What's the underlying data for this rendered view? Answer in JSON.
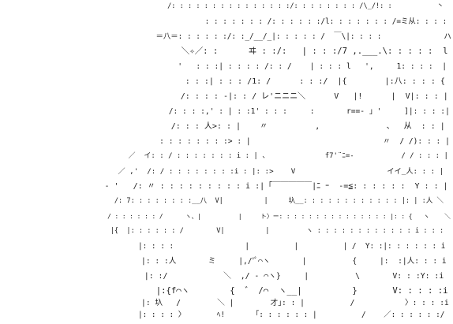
{
  "ascii_art": {
    "lines": [
      "                                         /: : : : : : : : : : : : : : :/: : : : : : : : /\\_/!: :           丶",
      "                                              : : : : : : : /: : : : : :/l: : : : : : : /=ミ从: : : :",
      "                                   ＝八＝: : : : : :/: :_/__/_|: : : : : /  ￣\\|: : : :              ハ",
      "                                    ＼✧／: :      ヰ : :/:   | : : :/7 ,.___.\\: : : : :  l",
      "                                       '   : : :| : : : : /: : /    | : : : l   ',     1: : : :  |",
      "                                       : : :| : : : /1: /      : : :/  |{        |:八: : : : {",
      "                                      /: : : : -|: : / レ'ニニニ＼      V   |!      |  V|: : : |",
      "                                     /: : : :,' : | : :1' : : :     :       r==- 」'     ]|: : : :|",
      "                                    /: : : 人>: : |    〃          ,              、  从  : : |",
      "                                   : : : : : : : :> : |                             〃  / /): : : |",
      "                              ／  イ: : / : : : : : : : i : | 、             f7'¨ﾆ=-           / / : : : |",
      "                           ／ ,'  /: / : : : : : : : :i : |: :>    V                     イイ_人: : : |",
      "                      - '   /: 〃 : : : : : : : : : i :|「￣￣￣￣￣|ﾆ ｰ  -=≦: : : : : :  Y : : |",
      "                            /: 7: : : : : : : :__八  V|          |     圦__: : : : : : : : : : : : |: | :人 ＼",
      "                             / : : : : : : /      ヽ、|          |     ト〉ー: : : : : : : : : : : : : : : |: : {   ヽ    ＼",
      "                           |{  |: : : : : : /        V|          |         ヽ : : : : : : : : : : : : i : : :",
      "                               |: : : :                |          |          | /  Y: :|: : : : : : i",
      "                               |: : :人       ミ     |,/'ﾟ⌒ヽ       |          {     |:  :|人: : : i",
      "                               |: :/            ＼  ,/ - ⌒ヽ}     |          \\       V: : :Y: :i",
      "                               |:{f⌒ヽ        {  ゛ /⌒  ヽ__|          }       V: : : : :i",
      "                               |: 圦   /        ＼ |        才｣: : |          /           〉: : : :i",
      "                               |: : : : 〉       ﾍ!      「: : : : : : |          /    ／: : : : : :/"
    ]
  }
}
